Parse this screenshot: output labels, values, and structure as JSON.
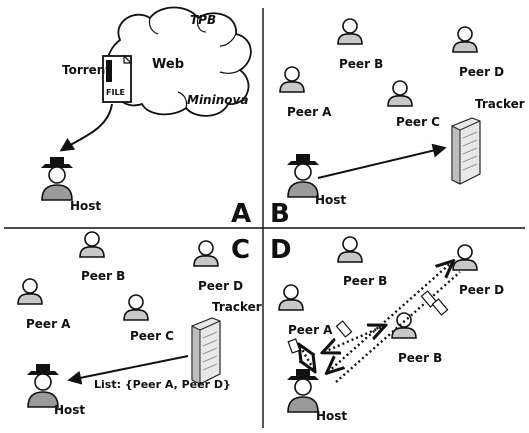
{
  "cloud": {
    "web": "Web",
    "tpb": "TPB",
    "mininova": "Mininova",
    "torrent": "Torrent",
    "file": "FILE"
  },
  "quadrants": {
    "a": {
      "letter": "A",
      "host": "Host"
    },
    "b": {
      "letter": "B",
      "peer_a": "Peer A",
      "peer_b": "Peer B",
      "peer_c": "Peer C",
      "peer_d": "Peer D",
      "tracker": "Tracker",
      "host": "Host"
    },
    "c": {
      "letter": "C",
      "peer_a": "Peer A",
      "peer_b": "Peer B",
      "peer_c": "Peer C",
      "peer_d": "Peer D",
      "tracker": "Tracker",
      "host": "Host",
      "list": "List: {Peer A, Peer D}"
    },
    "d": {
      "letter": "D",
      "peer_a": "Peer A",
      "peer_b": "Peer B",
      "peer_d": "Peer D",
      "host": "Host"
    }
  },
  "colors": {
    "line": "#111111",
    "cloud_fill": "#ffffff",
    "tracker_fill": "#d9d9d9",
    "person_fill": "#c8c8c8"
  }
}
